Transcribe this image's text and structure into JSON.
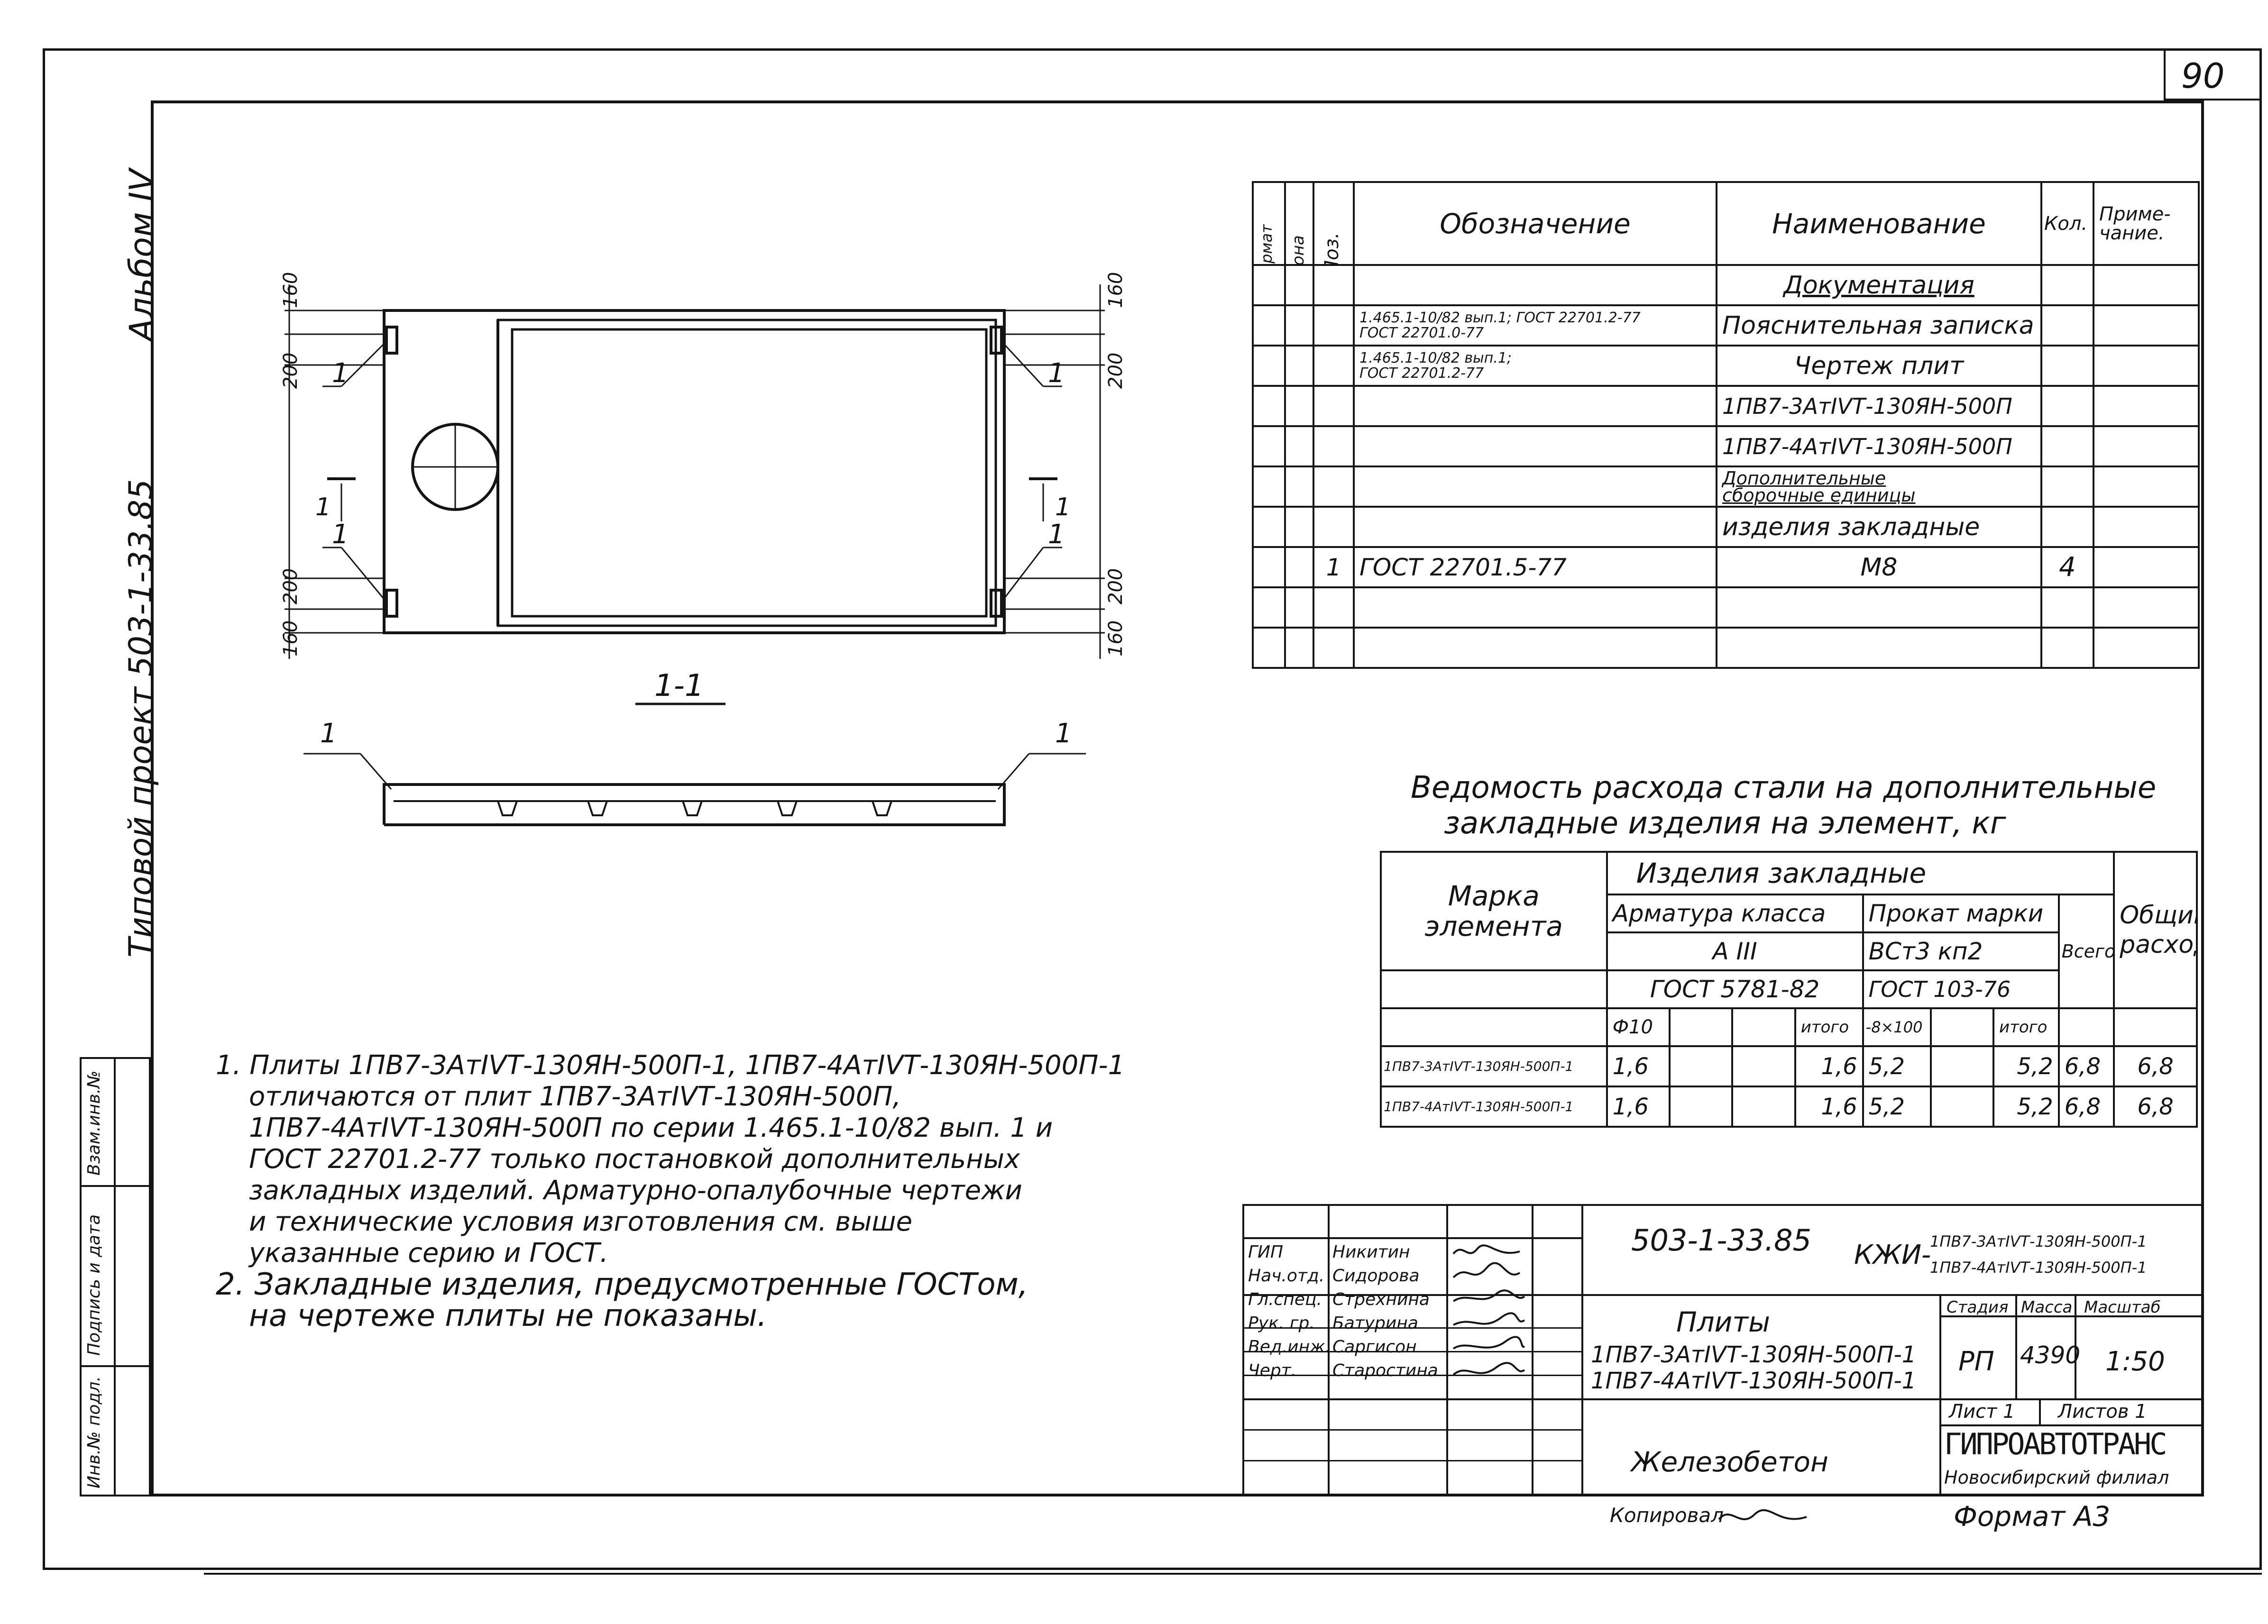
{
  "sheet": {
    "page_number": "90",
    "album": "Альбом IV",
    "project": "Типовой проект 503-1-33.85",
    "left_stamp": {
      "inv_podl": "Инв.№ подл.",
      "podpis_data": "Подпись и дата",
      "vzam_inv": "Взам.инв.№"
    }
  },
  "drawing": {
    "section_label": "1-1",
    "callout": "1",
    "dimensions": {
      "d160": "160",
      "d200": "200"
    }
  },
  "spec_table": {
    "headers": {
      "format": "Формат",
      "zone": "Зона",
      "pos": "Поз.",
      "designation": "Обозначение",
      "name": "Наименование",
      "qty": "Кол.",
      "note": "Приме-\nчание."
    },
    "rows": [
      {
        "pos": "",
        "designation": "",
        "name": "Документация",
        "qty": ""
      },
      {
        "pos": "",
        "designation": "1.465.1-10/82 вып.1; ГОСТ 22701.2-77\nГОСТ 22701.0-77",
        "name": "Пояснительная записка",
        "qty": ""
      },
      {
        "pos": "",
        "designation": "1.465.1-10/82 вып.1;\nГОСТ 22701.2-77",
        "name": "Чертеж плит",
        "qty": ""
      },
      {
        "pos": "",
        "designation": "",
        "name": "1ПВ7-3АтIVТ-130ЯН-500П",
        "qty": ""
      },
      {
        "pos": "",
        "designation": "",
        "name": "1ПВ7-4АтIVТ-130ЯН-500П",
        "qty": ""
      },
      {
        "pos": "",
        "designation": "",
        "name": "Дополнительные\nсборочные единицы",
        "qty": ""
      },
      {
        "pos": "",
        "designation": "",
        "name": "изделия закладные",
        "qty": ""
      },
      {
        "pos": "1",
        "designation": "ГОСТ 22701.5-77",
        "name": "М8",
        "qty": "4"
      },
      {
        "pos": "",
        "designation": "",
        "name": "",
        "qty": ""
      },
      {
        "pos": "",
        "designation": "",
        "name": "",
        "qty": ""
      }
    ]
  },
  "steel_statement": {
    "title_line1": "Ведомость расхода стали на дополнительные",
    "title_line2": "закладные изделия на элемент, кг",
    "header": {
      "element_mark": "Марка\nэлемента",
      "embedded_items": "Изделия закладные",
      "rebar_class": "Арматура класса",
      "rolled_grade": "Прокат марки",
      "rebar_a": "А III",
      "rolled_b": "ВСт3 кп2",
      "gost_rebar": "ГОСТ 5781-82",
      "gost_rolled": "ГОСТ 103-76",
      "phi10": "Ф10",
      "itogo": "итого",
      "strip": "-8×100",
      "vsego": "Всего",
      "total": "Общий\nрасход"
    },
    "rows": [
      {
        "mark": "1ПВ7-3АтIVТ-130ЯН-500П-1",
        "phi10": "1,6",
        "itogo1": "1,6",
        "strip": "5,2",
        "itogo2": "5,2",
        "vsego": "6,8",
        "total": "6,8"
      },
      {
        "mark": "1ПВ7-4АтIVТ-130ЯН-500П-1",
        "phi10": "1,6",
        "itogo1": "1,6",
        "strip": "5,2",
        "itogo2": "5,2",
        "vsego": "6,8",
        "total": "6,8"
      }
    ]
  },
  "notes": [
    "1. Плиты 1ПВ7-3АтIVТ-130ЯН-500П-1, 1ПВ7-4АтIVТ-130ЯН-500П-1",
    "отличаются от плит 1ПВ7-3АтIVТ-130ЯН-500П,",
    "1ПВ7-4АтIVТ-130ЯН-500П по серии 1.465.1-10/82 вып. 1 и",
    "ГОСТ 22701.2-77 только постановкой дополнительных",
    "закладных изделий. Арматурно-опалубочные чертежи",
    "и технические условия изготовления см. выше",
    "указанные серию и ГОСТ.",
    "2. Закладные изделия, предусмотренные ГОСТом,",
    "на чертеже плиты не показаны."
  ],
  "title_block": {
    "code": "503-1-33.85",
    "kzhi": "КЖИ-",
    "mark1": "1ПВ7-3АтIVТ-130ЯН-500П-1",
    "mark2": "1ПВ7-4АтIVТ-130ЯН-500П-1",
    "roles": [
      {
        "role": "ГИП",
        "name": "Никитин"
      },
      {
        "role": "Нач.отд.",
        "name": "Сидорова"
      },
      {
        "role": "Гл.спец.",
        "name": "Стрехнина"
      },
      {
        "role": "Рук. гр.",
        "name": "Батурина"
      },
      {
        "role": "Вед.инж.",
        "name": "Саргисон"
      },
      {
        "role": "Черт.",
        "name": "Старостина"
      }
    ],
    "title": "Плиты",
    "title_line2": "1ПВ7-3АтIVТ-130ЯН-500П-1",
    "title_line3": "1ПВ7-4АтIVТ-130ЯН-500П-1",
    "material": "Железобетон",
    "stage_label": "Стадия",
    "mass_label": "Масса",
    "scale_label": "Масштаб",
    "stage": "РП",
    "mass": "4390",
    "scale": "1:50",
    "sheet_label": "Лист 1",
    "sheets_label": "Листов 1",
    "org": "ГИПРОАВТОТРАНС",
    "branch": "Новосибирский филиал"
  },
  "footer": {
    "copied": "Копировал",
    "format": "Формат А3"
  }
}
